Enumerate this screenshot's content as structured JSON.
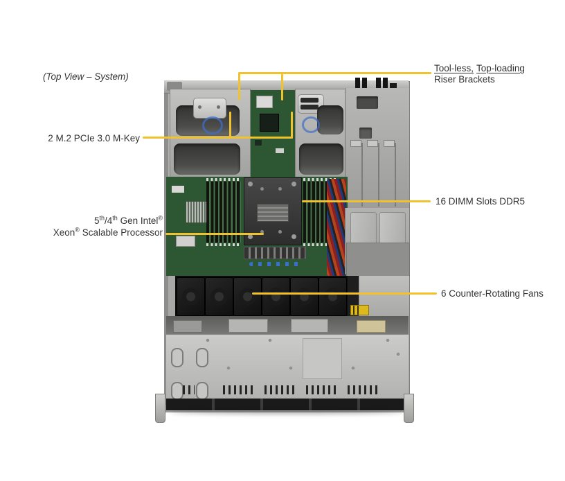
{
  "figure": {
    "view_label": "(Top View – System)"
  },
  "callouts": {
    "riser": {
      "u1": "Tool-less,",
      "u2": "Top-loading",
      "line2": "Riser Brackets"
    },
    "m2": {
      "label": "2 M.2 PCIe 3.0 M-Key"
    },
    "cpu": {
      "l1a": "5",
      "l1sup1": "th",
      "l1b": "/4",
      "l1sup2": "th",
      "l1c": " Gen Intel",
      "l1reg": "®",
      "l2a": "Xeon",
      "l2reg": "®",
      "l2b": " Scalable Processor"
    },
    "dimm": {
      "label": "16 DIMM Slots DDR5"
    },
    "fans": {
      "label": "6 Counter-Rotating Fans"
    }
  },
  "colors": {
    "callout_line": "#EFC22E",
    "label_text": "#333333",
    "pcb_green": "#2d5633",
    "chassis_gray": "#ababa9",
    "fan_black": "#0d0d0d"
  }
}
